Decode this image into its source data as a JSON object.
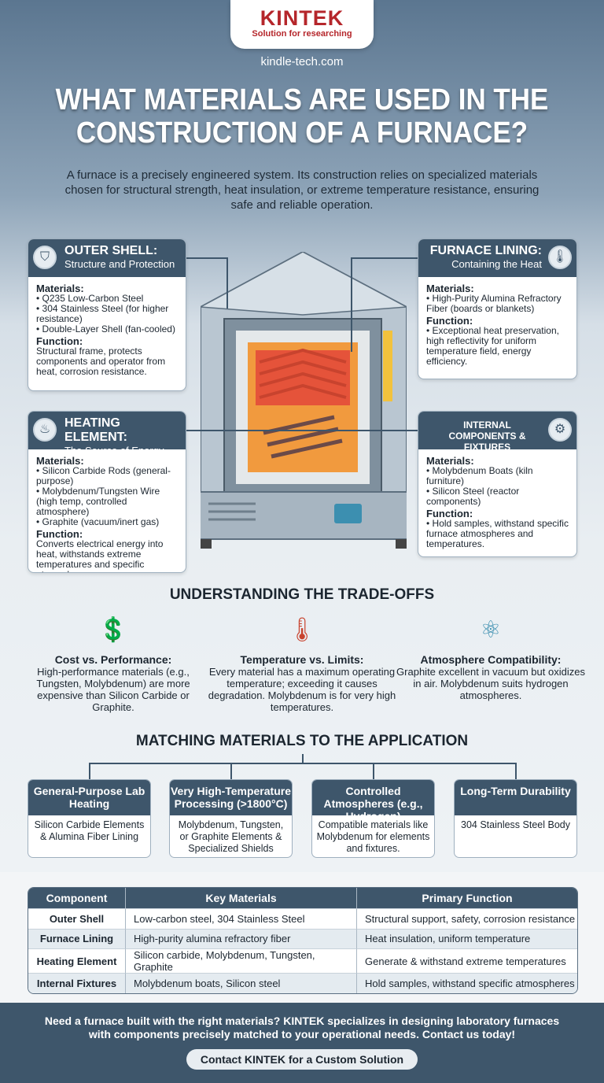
{
  "logo": {
    "brand": "KINTEK",
    "tagline": "Solution for researching"
  },
  "site": "kindle-tech.com",
  "title": "WHAT MATERIALS ARE USED IN THE CONSTRUCTION OF A FURNACE?",
  "intro": "A furnace is a precisely engineered system. Its construction relies on specialized materials chosen for structural strength, heat insulation, or extreme temperature resistance, ensuring safe and reliable operation.",
  "cards": [
    {
      "title": "OUTER SHELL:",
      "subtitle": "Structure and Protection",
      "icon": "shield-icon",
      "materials_label": "Materials:",
      "materials": [
        "Q235 Low-Carbon Steel",
        "304 Stainless Steel (for higher resistance)",
        "Double-Layer Shell (fan-cooled)"
      ],
      "function_label": "Function:",
      "function": "Structural frame, protects components and operator from heat, corrosion resistance."
    },
    {
      "title": "FURNACE LINING:",
      "subtitle": "Containing the Heat",
      "icon": "thermometer-icon",
      "materials_label": "Materials:",
      "materials": [
        "High-Purity Alumina Refractory Fiber (boards or blankets)"
      ],
      "function_label": "Function:",
      "function": "Exceptional heat preservation, high reflectivity for uniform temperature field, energy efficiency."
    },
    {
      "title": "HEATING ELEMENT:",
      "subtitle": "The Source of Energy",
      "icon": "heat-waves-icon",
      "materials_label": "Materials:",
      "materials": [
        "Silicon Carbide Rods (general-purpose)",
        "Molybdenum/Tungsten Wire (high temp, controlled atmosphere)",
        "Graphite (vacuum/inert gas)"
      ],
      "function_label": "Function:",
      "function": "Converts electrical energy into heat, withstands extreme temperatures and specific atmospheres."
    },
    {
      "title": "INTERNAL",
      "subtitle": "COMPONENTS & FIXTURES",
      "icon": "gears-icon",
      "materials_label": "Materials:",
      "materials": [
        "Molybdenum Boats (kiln furniture)",
        "Silicon Steel (reactor components)"
      ],
      "function_label": "Function:",
      "function_items": [
        "Hold samples, withstand specific furnace atmospheres and temperatures."
      ]
    }
  ],
  "tradeoffs": {
    "heading": "UNDERSTANDING THE TRADE-OFFS",
    "items": [
      {
        "icon": "coin-hand-icon",
        "title": "Cost vs. Performance:",
        "text": "High-performance materials (e.g., Tungsten, Molybdenum) are more expensive than Silicon Carbide or Graphite."
      },
      {
        "icon": "thermometer-icon",
        "title": "Temperature vs. Limits:",
        "text": "Every material has a maximum operating temperature; exceeding it causes degradation. Molybdenum is for very high temperatures."
      },
      {
        "icon": "atom-icon",
        "title": "Atmosphere Compatibility:",
        "text": "Graphite excellent in vacuum but oxidizes in air. Molybdenum suits hydrogen atmospheres."
      }
    ]
  },
  "matching": {
    "heading": "MATCHING MATERIALS TO THE APPLICATION",
    "items": [
      {
        "title": "General-Purpose Lab Heating",
        "text": "Silicon Carbide Elements & Alumina Fiber Lining"
      },
      {
        "title": "Very High-Temperature Processing (>1800°C)",
        "text": "Molybdenum, Tungsten, or Graphite Elements & Specialized Shields"
      },
      {
        "title": "Controlled Atmospheres (e.g., Hydrogen)",
        "text": "Compatible materials like Molybdenum for elements and fixtures."
      },
      {
        "title": "Long-Term Durability",
        "text": "304 Stainless Steel Body"
      }
    ]
  },
  "table": {
    "headers": [
      "Component",
      "Key Materials",
      "Primary Function"
    ],
    "rows": [
      [
        "Outer Shell",
        "Low-carbon steel, 304 Stainless Steel",
        "Structural support, safety, corrosion resistance"
      ],
      [
        "Furnace Lining",
        "High-purity alumina refractory fiber",
        "Heat insulation, uniform temperature"
      ],
      [
        "Heating Element",
        "Silicon carbide, Molybdenum, Tungsten, Graphite",
        "Generate & withstand extreme temperatures"
      ],
      [
        "Internal Fixtures",
        "Molybdenum boats, Silicon steel",
        "Hold samples, withstand specific atmospheres"
      ]
    ]
  },
  "footer": {
    "message": "Need a furnace built with the right materials? KINTEK specializes in designing laboratory furnaces with components precisely matched to your operational needs. Contact us today!",
    "cta": "Contact KINTEK for a Custom Solution"
  },
  "colors": {
    "header": "#3e566b",
    "brand": "#b5262b"
  }
}
